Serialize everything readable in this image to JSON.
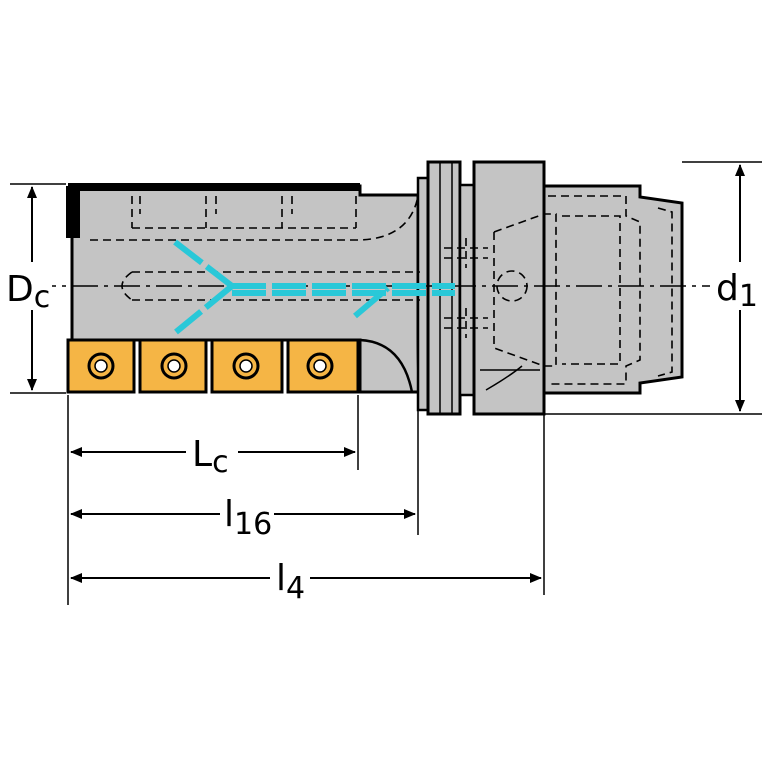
{
  "labels": {
    "dc_main": "D",
    "dc_sub": "c",
    "d1_main": "d",
    "d1_sub": "1",
    "lc_main": "L",
    "lc_sub": "c",
    "l16_main": "l",
    "l16_sub": "16",
    "l4_main": "l",
    "l4_sub": "4"
  },
  "colors": {
    "body": "#c4c4c4",
    "outline": "#000000",
    "coolant": "#29c8d8",
    "insert": "#f5b545",
    "background": "#ffffff"
  },
  "icons": {
    "insert_screw": "screw-icon"
  }
}
